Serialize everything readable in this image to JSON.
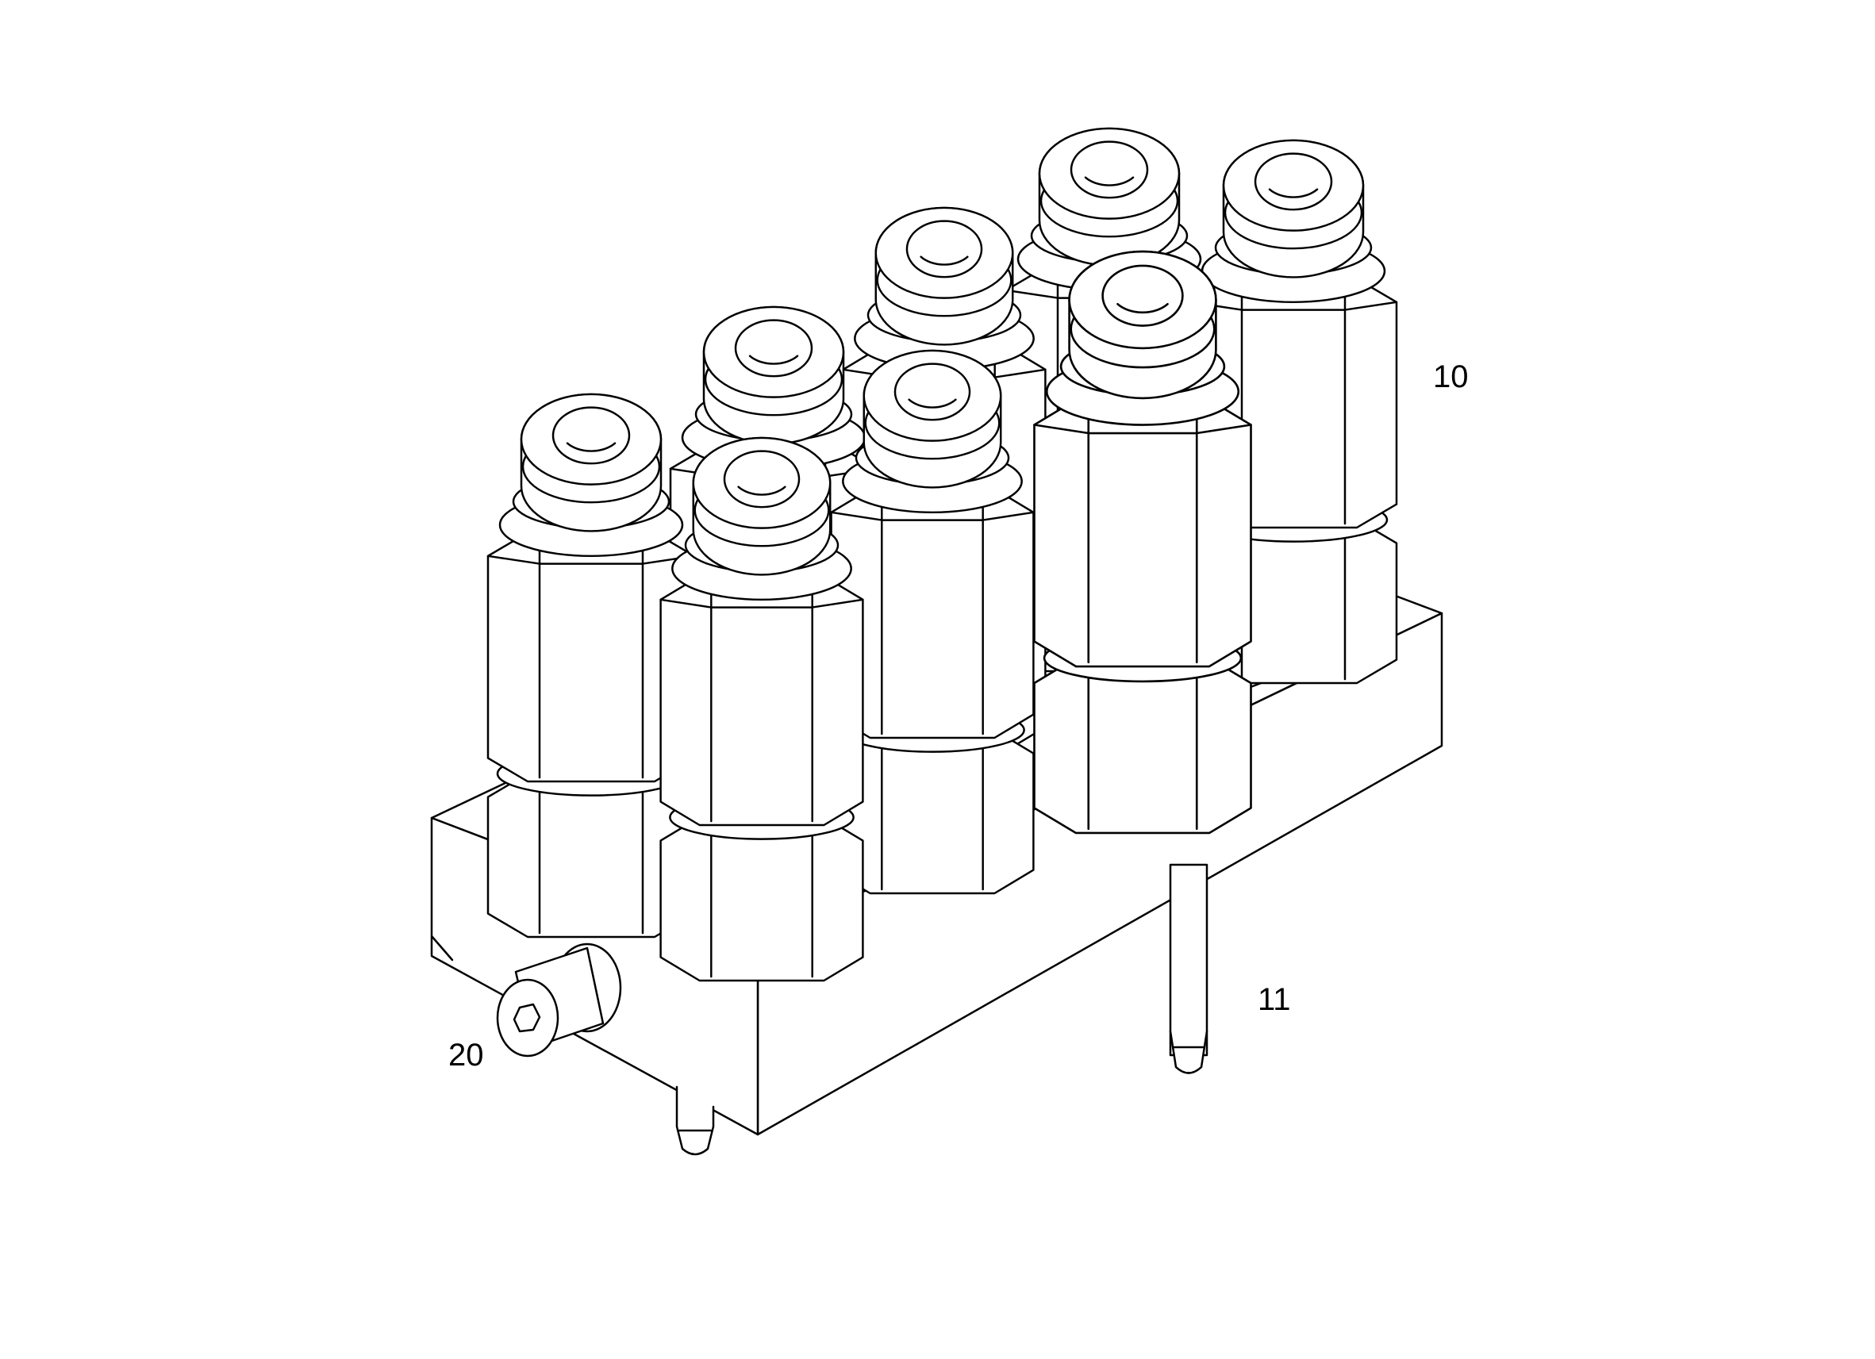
{
  "diagram": {
    "style": "isometric line drawing",
    "line_color": "#000000",
    "background_color": "#ffffff",
    "subject": {
      "manifold_block": {
        "count": 1
      },
      "fittings": {
        "count": 8
      },
      "lock_nut": {
        "count": 1
      },
      "side_plug": {
        "count": 1,
        "icon": "hex-socket-icon"
      },
      "bottom_pins": {
        "count": 2
      }
    },
    "callouts": [
      {
        "id": "c10",
        "label": "10"
      },
      {
        "id": "c11",
        "label": "11"
      },
      {
        "id": "c20",
        "label": "20"
      }
    ]
  }
}
